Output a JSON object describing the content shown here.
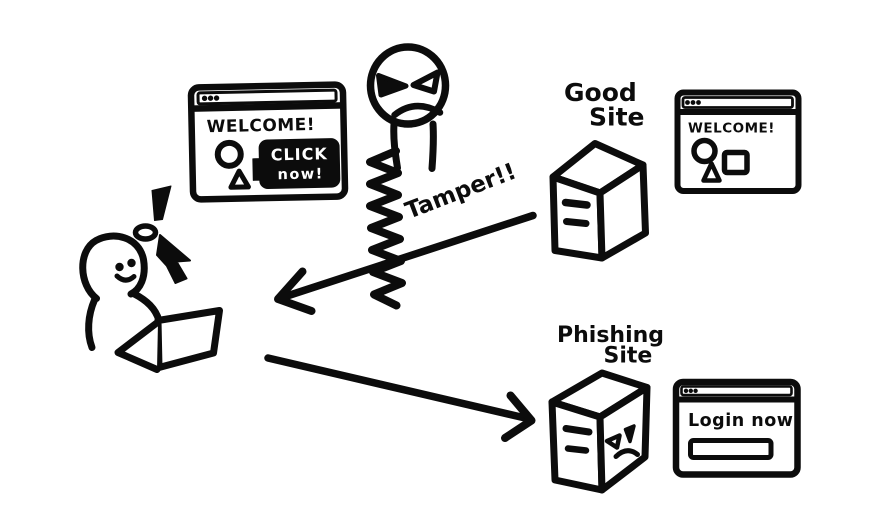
{
  "colors": {
    "ink": "#0c0c0c",
    "paper": "#ffffff"
  },
  "user_browser": {
    "heading": "WELCOME!",
    "button_line1": "CLICK",
    "button_line2": "now!"
  },
  "attack": {
    "label": "Tamper!!"
  },
  "good_site": {
    "name_line1": "Good",
    "name_line2": "Site",
    "page_heading": "WELCOME!"
  },
  "phishing_site": {
    "name_line1": "Phishing",
    "name_line2": "Site",
    "page_heading": "Login now"
  }
}
